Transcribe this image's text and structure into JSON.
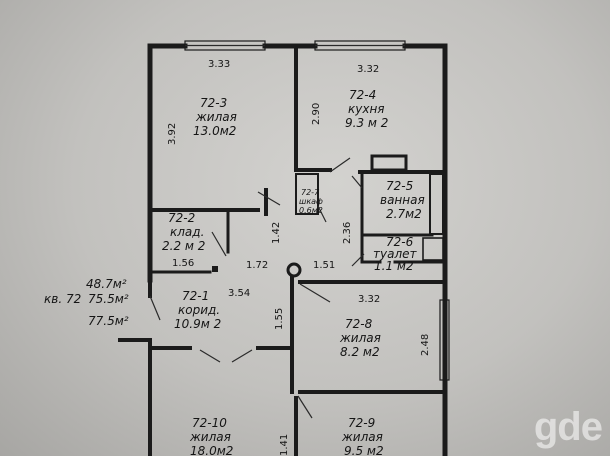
{
  "rooms": [
    {
      "id": "72-3",
      "type": "жилая",
      "area": "13.0м2"
    },
    {
      "id": "72-4",
      "type": "кухня",
      "area": "9.3 м 2"
    },
    {
      "id": "72-7",
      "type": "шкаф",
      "area": "0.6м2"
    },
    {
      "id": "72-5",
      "type": "ванная",
      "area": "2.7м2"
    },
    {
      "id": "72-2",
      "type": "клад.",
      "area": "2.2 м 2"
    },
    {
      "id": "72-6",
      "type": "туалет",
      "area": "1.1 м2"
    },
    {
      "id": "72-1",
      "type": "корид.",
      "area": "10.9м 2"
    },
    {
      "id": "72-8",
      "type": "жилая",
      "area": "8.2 м2"
    },
    {
      "id": "72-10",
      "type": "жилая",
      "area": "18.0м2"
    },
    {
      "id": "72-9",
      "type": "жилая",
      "area": "9.5 м2"
    }
  ],
  "dimensions": {
    "d333": "3.33",
    "d332_top": "3.32",
    "d392": "3.92",
    "d290": "2.90",
    "d142": "1.42",
    "d236": "2.36",
    "d156": "1.56",
    "d172": "1.72",
    "d151": "1.51",
    "d354": "3.54",
    "d332_mid": "3.32",
    "d155": "1.55",
    "d248": "2.48",
    "d141": "1.41"
  },
  "summary": {
    "flat_label": "кв. 72",
    "living_area": "48.7м²",
    "total_area": "75.5м²",
    "total_with_balcony": "77.5м²"
  },
  "watermark": {
    "text": "gde"
  }
}
